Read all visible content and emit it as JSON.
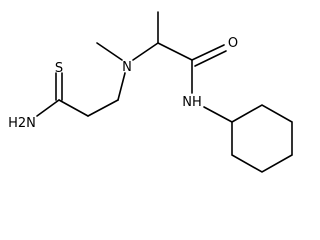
{
  "structure": {
    "atoms": {
      "s_atom": "S",
      "nh2_group": "H2N",
      "n_amine": "N",
      "o_atom": "O",
      "nh_amide": "NH"
    }
  },
  "colors": {
    "line": "#000000",
    "background": "#ffffff"
  }
}
